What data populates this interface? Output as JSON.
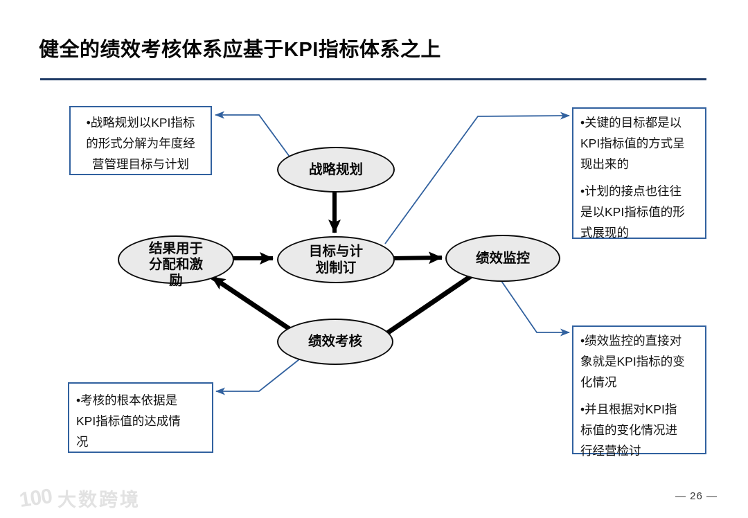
{
  "slide": {
    "title": "健全的绩效考核体系应基于KPI指标体系之上",
    "page_number": "— 26 —"
  },
  "footer": {
    "logo_mark": "100",
    "logo_text": "大数跨境"
  },
  "diagram": {
    "nodes": {
      "strategic": {
        "label": "战略规划"
      },
      "results": {
        "label": "结果用于\n分配和激\n励"
      },
      "goals": {
        "label": "目标与计\n划制订"
      },
      "monitor": {
        "label": "绩效监控"
      },
      "assess": {
        "label": "绩效考核"
      }
    },
    "callouts": {
      "top_left": {
        "text": "•战略规划以KPI指标\n的形式分解为年度经\n营管理目标与计划"
      },
      "top_right": {
        "bullet1": "•关键的目标都是以\nKPI指标值的方式呈\n现出来的",
        "bullet2": "•计划的接点也往往\n是以KPI指标值的形\n式展现的"
      },
      "bottom_left": {
        "text": "•考核的根本依据是\nKPI指标值的达成情\n况"
      },
      "bottom_right": {
        "bullet1": "•绩效监控的直接对\n象就是KPI指标的变\n化情况",
        "bullet2": "•并且根据对KPI指\n标值的变化情况进\n行经营检讨"
      }
    },
    "colors": {
      "accent_blue": "#31619f",
      "rule_navy": "#1e3a66",
      "node_fill": "#eaeaea",
      "node_border": "#0d0d0d",
      "arrow_black": "#000000"
    }
  }
}
